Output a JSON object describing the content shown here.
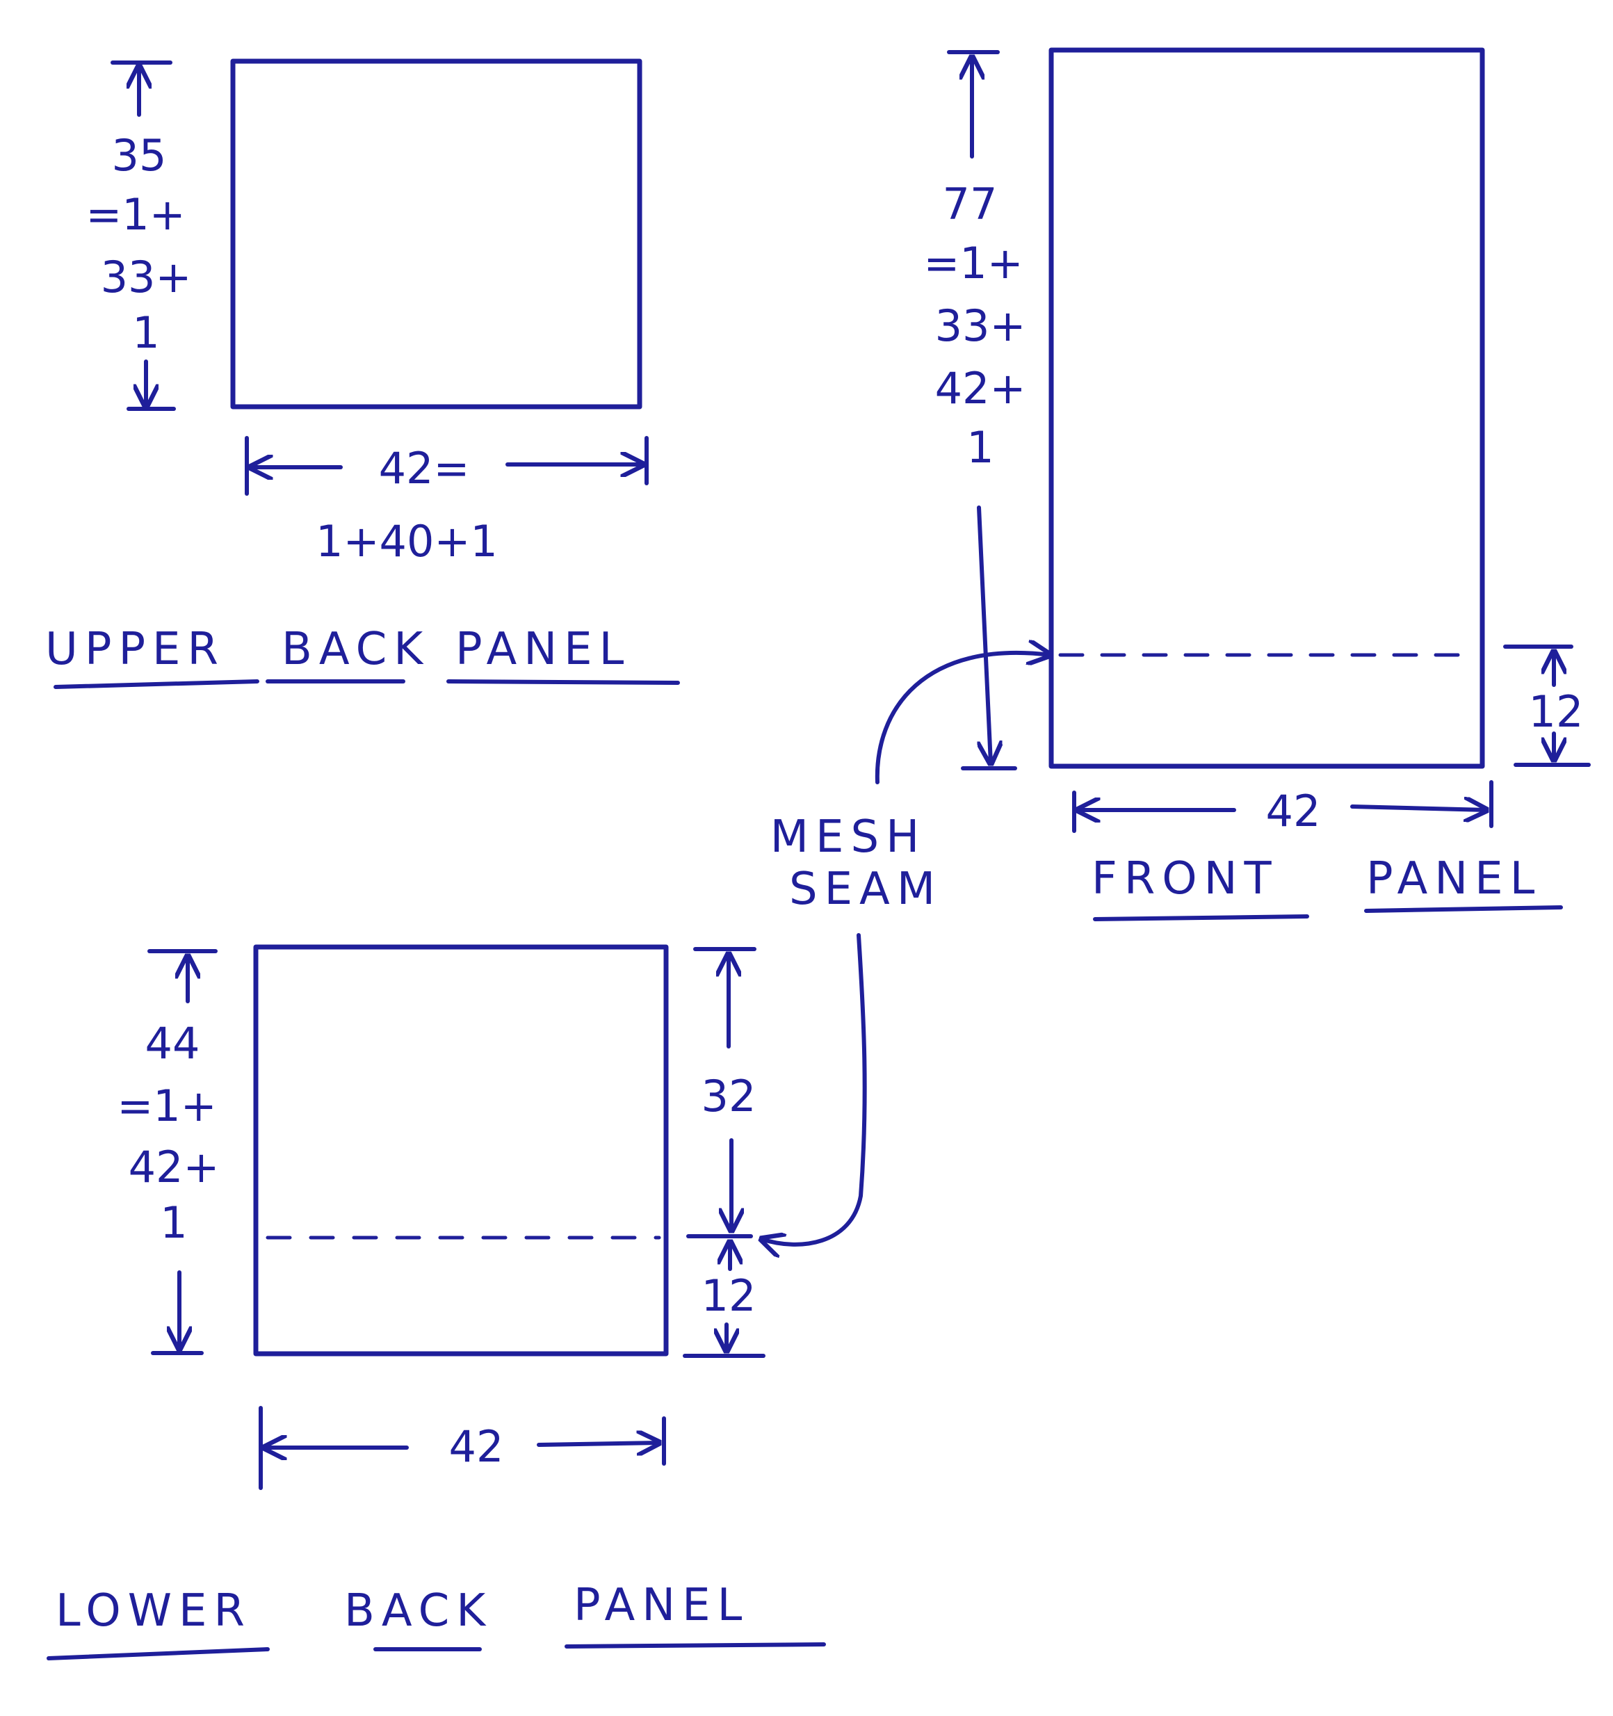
{
  "upper_back_panel": {
    "title_words": [
      "UPPER",
      "BACK",
      "PANEL"
    ],
    "height_lines": [
      "35",
      "=1+",
      "33+",
      "1"
    ],
    "width_label": "42=",
    "width_breakdown": "1+40+1"
  },
  "front_panel": {
    "title_words": [
      "FRONT",
      "PANEL"
    ],
    "height_lines": [
      "77",
      "=1+",
      "33+",
      "42+",
      "1"
    ],
    "mesh_height": "12",
    "width_label": "42"
  },
  "lower_back_panel": {
    "title_words": [
      "LOWER",
      "BACK",
      "PANEL"
    ],
    "height_lines": [
      "44",
      "=1+",
      "42+",
      "1"
    ],
    "upper_section": "32",
    "mesh_height": "12",
    "width_label": "42"
  },
  "mesh_seam_lines": [
    "MESH",
    "SEAM"
  ],
  "ink_color": "#1f1f9a"
}
